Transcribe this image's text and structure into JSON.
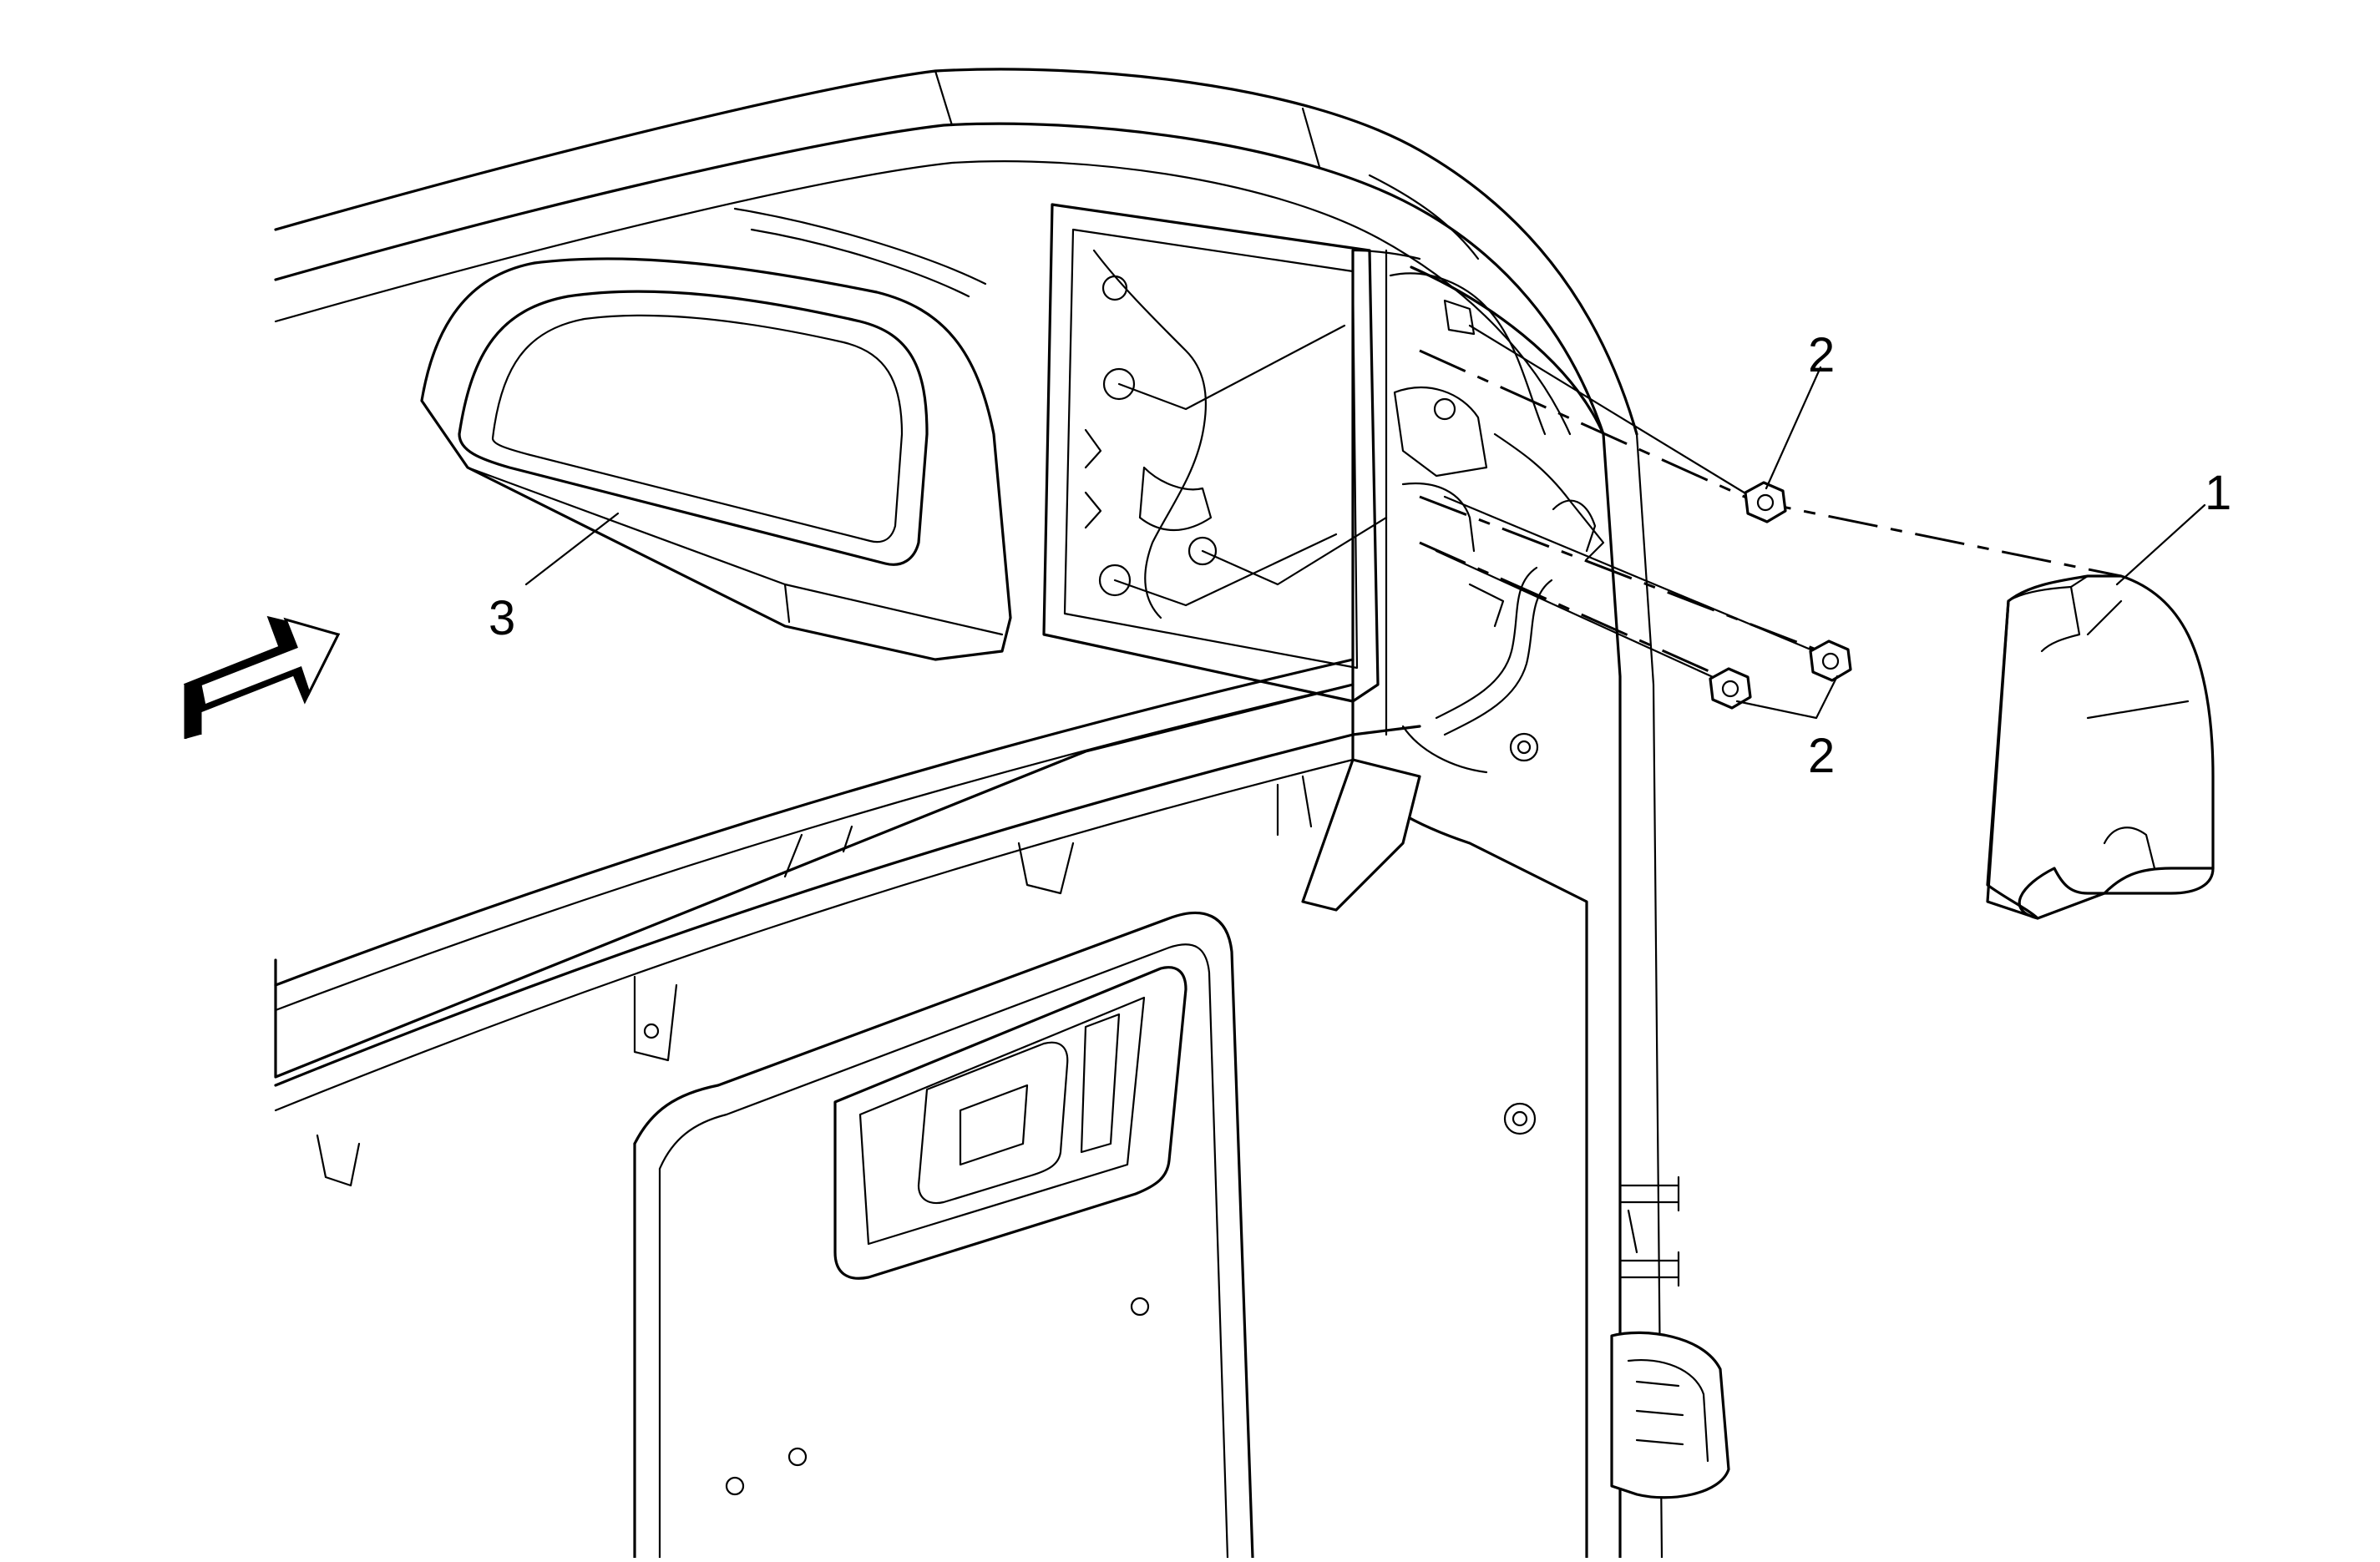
{
  "diagram": {
    "callouts": [
      {
        "id": "cover",
        "label": "1"
      },
      {
        "id": "nut-upper",
        "label": "2"
      },
      {
        "id": "nut-lower",
        "label": "2"
      },
      {
        "id": "mirror",
        "label": "3"
      }
    ],
    "colors": {
      "line": "#000000",
      "background": "#ffffff"
    },
    "icons": [
      "direction-arrow-icon"
    ]
  }
}
